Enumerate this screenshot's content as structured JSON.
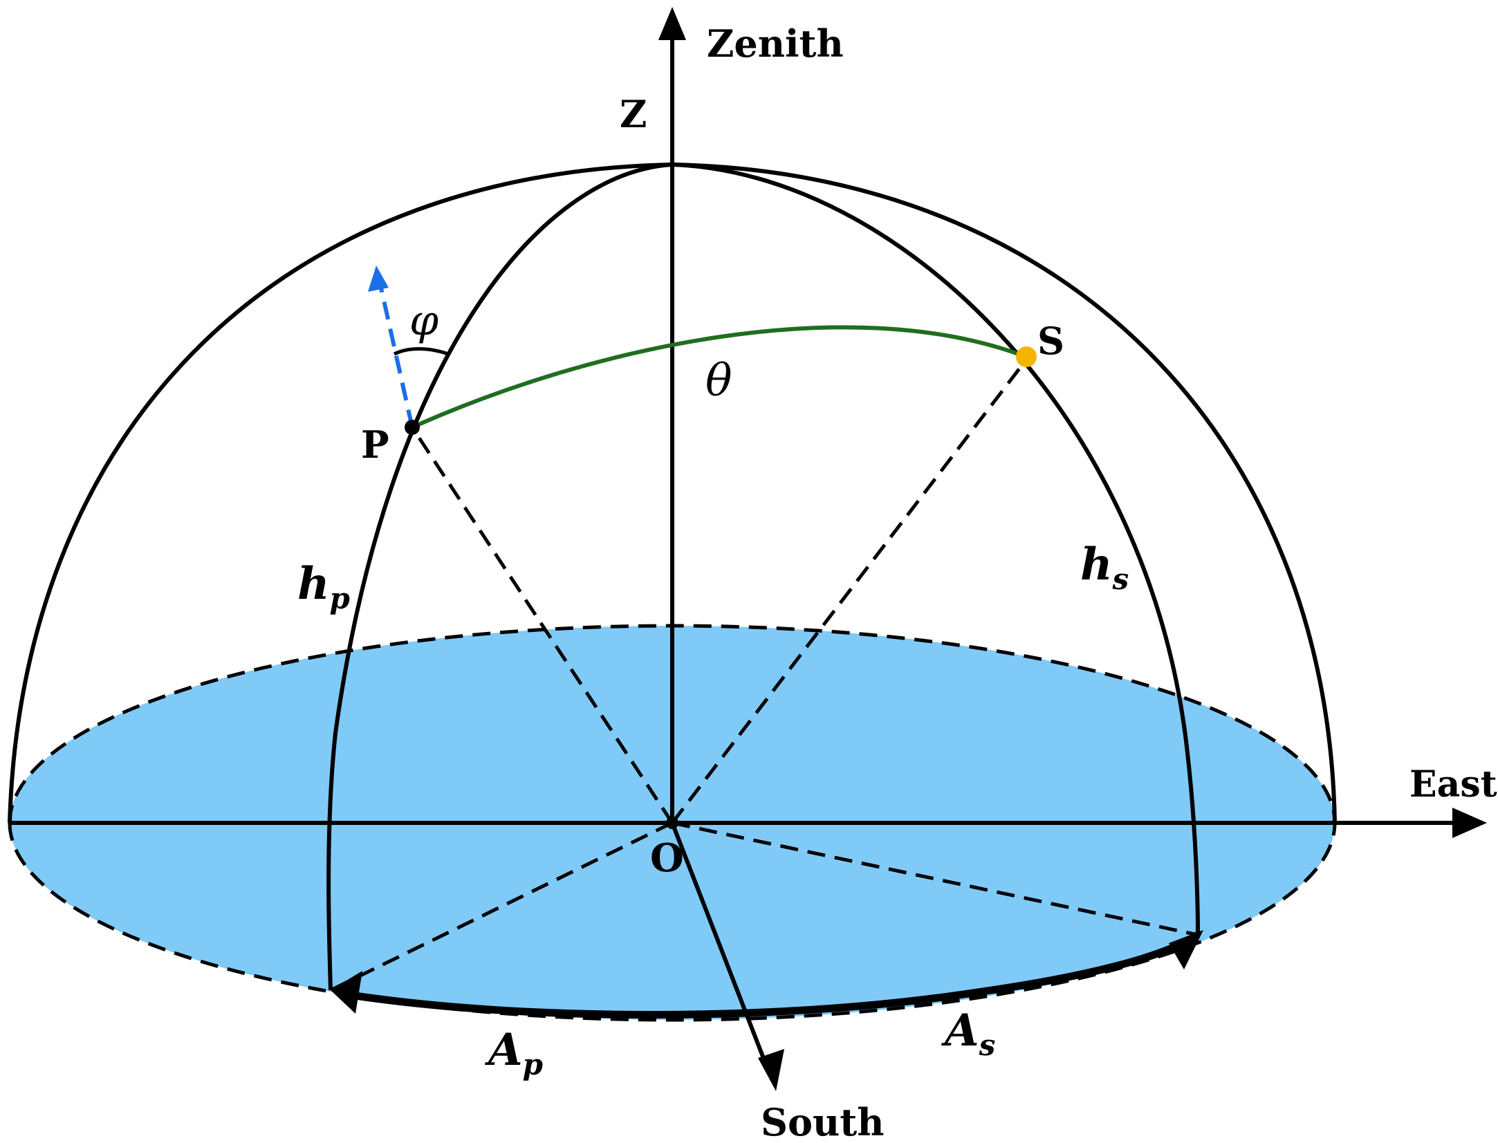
{
  "labels": {
    "zenith": "Zenith",
    "z": "Z",
    "east": "East",
    "south": "South",
    "origin": "O",
    "p": "P",
    "s": "S",
    "theta": "θ",
    "phi": "φ",
    "hp_main": "h",
    "hp_sub": "p",
    "hs_main": "h",
    "hs_sub": "s",
    "ap_main": "A",
    "ap_sub": "p",
    "as_main": "A",
    "as_sub": "s"
  },
  "colors": {
    "ground_fill": "#80caf8",
    "stroke": "#000000",
    "arc_theta": "#1f6e1f",
    "normal_vector": "#1a6fe6",
    "sun_point": "#f5b400"
  }
}
